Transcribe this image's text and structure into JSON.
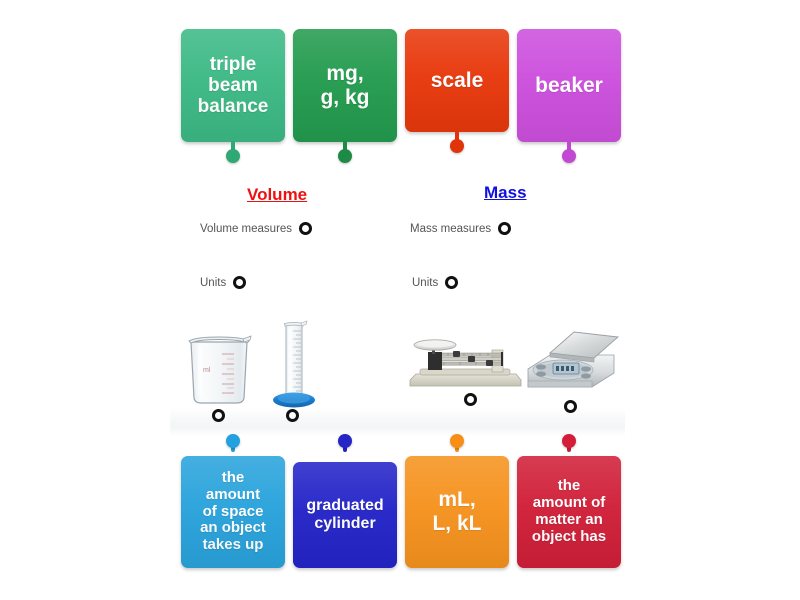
{
  "activity": {
    "type": "drag-and-drop-matching-worksheet",
    "categories": [
      {
        "name": "volume-heading",
        "label": "Volume",
        "color": "#ee1111"
      },
      {
        "name": "mass-heading",
        "label": "Mass",
        "color": "#1111dd"
      }
    ]
  },
  "top_tiles": [
    {
      "name": "tile-triple-beam-balance",
      "label": "triple\nbeam\nbalance",
      "color": "#3cb985",
      "pin_color": "#2fa876",
      "font_size": 19
    },
    {
      "name": "tile-mg-g-kg",
      "label": "mg,\ng, kg",
      "color": "#239b4e",
      "pin_color": "#1d8a45",
      "font_size": 21
    },
    {
      "name": "tile-scale",
      "label": "scale",
      "color": "#e8380c",
      "pin_color": "#e0340a",
      "font_size": 21
    },
    {
      "name": "tile-beaker",
      "label": "beaker",
      "color": "#cc4fdd",
      "pin_color": "#c248d4",
      "font_size": 21
    }
  ],
  "bottom_tiles": [
    {
      "name": "tile-amount-of-space",
      "label": "the\namount\nof space\nan object\ntakes up",
      "color": "#29a3dc",
      "pin_color": "#22a0e0",
      "font_size": 15
    },
    {
      "name": "tile-graduated-cylinder",
      "label": "graduated\ncylinder",
      "color": "#2424c8",
      "pin_color": "#2626c6",
      "font_size": 16
    },
    {
      "name": "tile-ml-l-kl",
      "label": "mL,\nL, kL",
      "color": "#f5921e",
      "pin_color": "#f78f17",
      "font_size": 21
    },
    {
      "name": "tile-amount-of-matter",
      "label": "the\namount of\nmatter an\nobject has",
      "color": "#d01f38",
      "pin_color": "#d41e37",
      "font_size": 15
    }
  ],
  "volume_column": {
    "measures_label": "Volume measures",
    "units_label": "Units"
  },
  "mass_column": {
    "measures_label": "Mass measures",
    "units_label": "Units"
  },
  "pictures": [
    {
      "name": "beaker-image",
      "alt": "beaker"
    },
    {
      "name": "graduated-cylinder-image",
      "alt": "graduated cylinder"
    },
    {
      "name": "triple-beam-balance-image",
      "alt": "triple beam balance"
    },
    {
      "name": "digital-scale-image",
      "alt": "digital scale"
    }
  ],
  "drop_targets": [
    {
      "name": "drop-target-volume-measures"
    },
    {
      "name": "drop-target-mass-measures"
    },
    {
      "name": "drop-target-volume-units"
    },
    {
      "name": "drop-target-mass-units"
    },
    {
      "name": "drop-target-beaker-picture"
    },
    {
      "name": "drop-target-graduated-cylinder-picture"
    },
    {
      "name": "drop-target-triple-beam-balance-picture"
    },
    {
      "name": "drop-target-digital-scale-picture"
    }
  ]
}
